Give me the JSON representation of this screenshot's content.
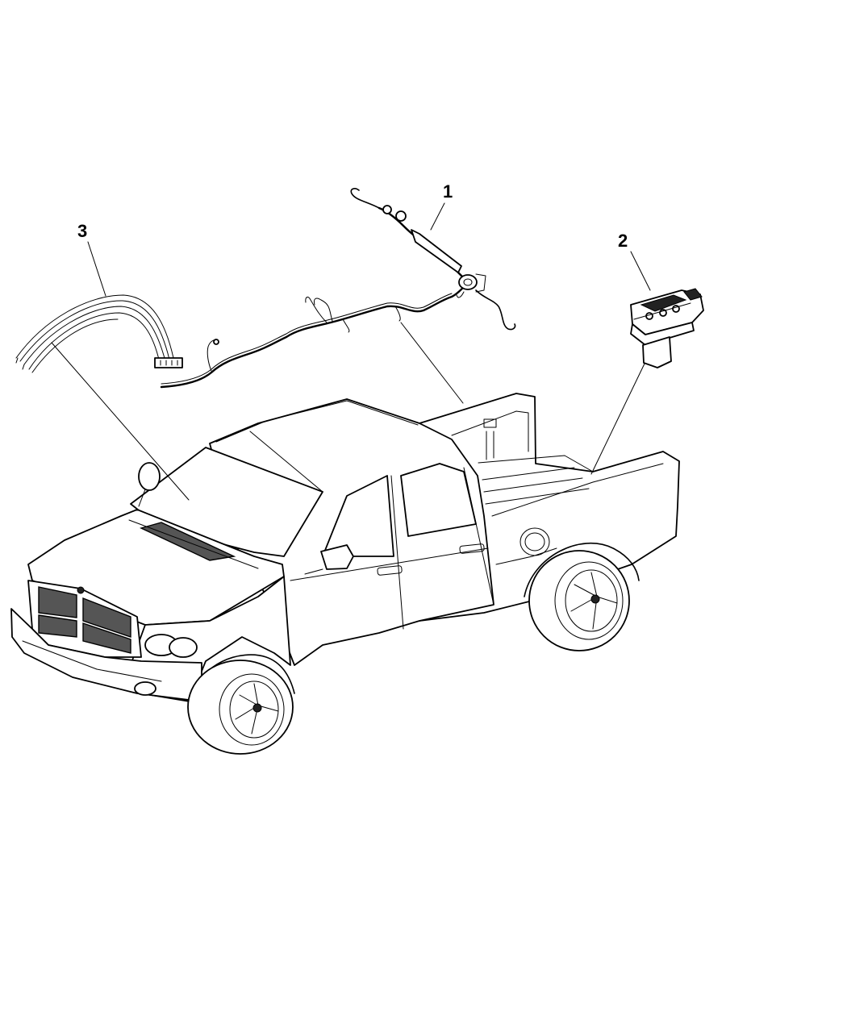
{
  "callouts": [
    {
      "id": "1",
      "label": "1"
    },
    {
      "id": "2",
      "label": "2"
    },
    {
      "id": "3",
      "label": "3"
    }
  ],
  "icons": {
    "truck": "pickup-truck-icon",
    "wire_harness": "wiring-harness-icon",
    "module": "control-module-icon",
    "wire_strip": "wire-bundle-icon"
  }
}
